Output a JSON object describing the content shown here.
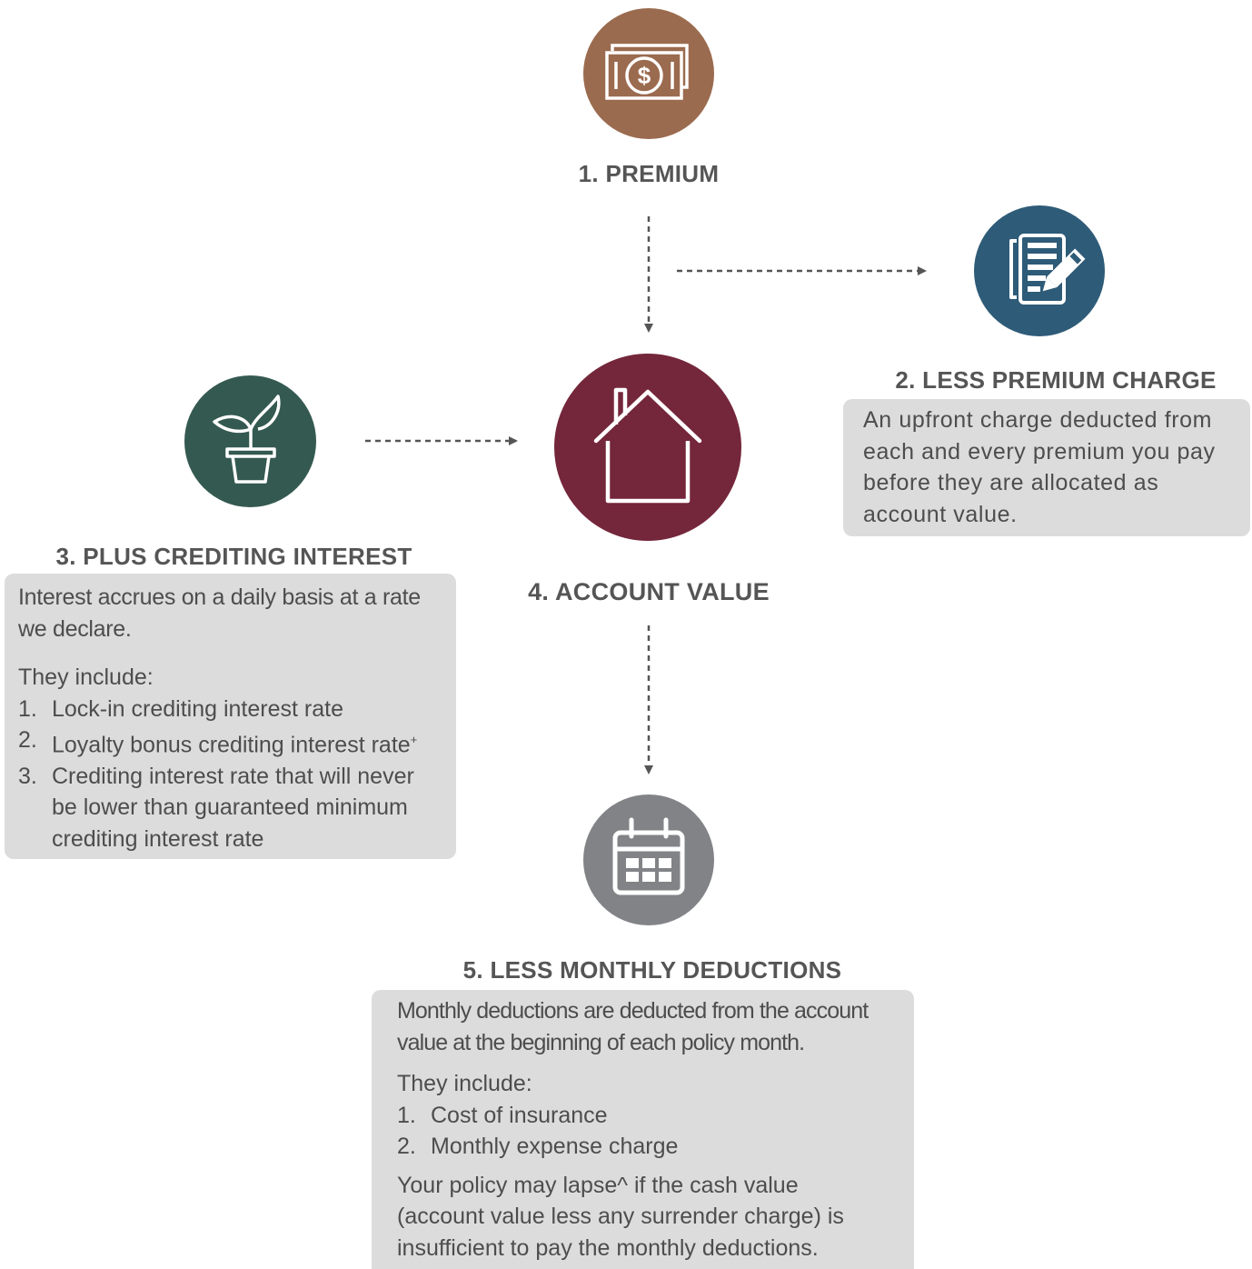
{
  "colors": {
    "premium": "#9b6b4f",
    "premium_charge": "#2e5b78",
    "crediting_interest": "#345950",
    "account_value": "#74263a",
    "monthly_deductions": "#828387",
    "box_background": "#dcdcdd",
    "text": "#555555",
    "arrow": "#555555"
  },
  "nodes": {
    "premium": {
      "icon": "money-bill-icon",
      "heading": "1. PREMIUM"
    },
    "premium_charge": {
      "icon": "document-pen-icon",
      "heading": "2. LESS PREMIUM CHARGE",
      "description": "An upfront charge deducted from each and every premium you pay before they are allocated as account value."
    },
    "crediting_interest": {
      "icon": "plant-pot-icon",
      "heading": "3. PLUS CREDITING INTEREST",
      "description": "Interest accrues on a daily basis at a rate we declare.",
      "include_intro": "They include:",
      "items": [
        {
          "num": "1.",
          "text": "Lock-in crediting interest rate"
        },
        {
          "num": "2.",
          "text": "Loyalty bonus crediting interest rate",
          "sup": "+"
        },
        {
          "num": "3.",
          "text": "Crediting interest rate that will never be lower than guaranteed minimum crediting interest rate"
        }
      ]
    },
    "account_value": {
      "icon": "house-icon",
      "heading": "4. ACCOUNT VALUE"
    },
    "monthly_deductions": {
      "icon": "calendar-icon",
      "heading": "5. LESS MONTHLY DEDUCTIONS",
      "description": "Monthly deductions are deducted from the account value at the beginning of each policy month.",
      "include_intro": "They include:",
      "items": [
        {
          "num": "1.",
          "text": "Cost of insurance"
        },
        {
          "num": "2.",
          "text": "Monthly expense charge"
        }
      ],
      "note": "Your policy may lapse^ if the cash value (account value less any surrender charge) is insufficient to pay the monthly deductions."
    }
  }
}
